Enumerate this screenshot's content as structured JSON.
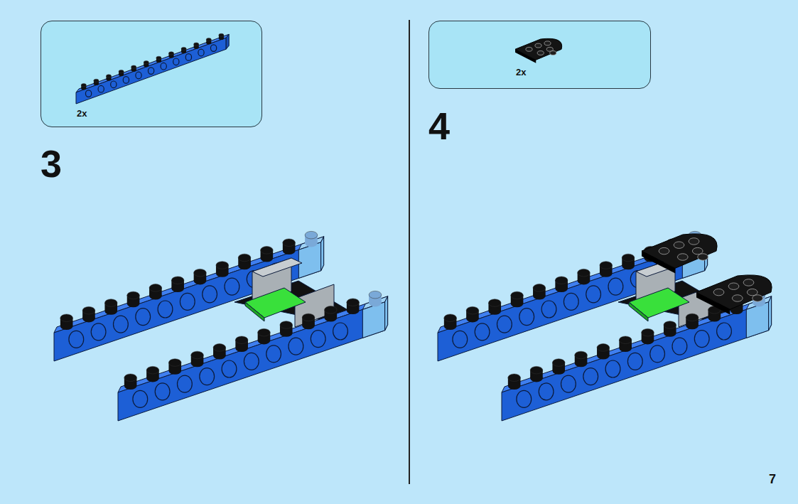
{
  "diagram": {
    "nodes": [
      {
        "text": [
          "2x"
        ]
      },
      {
        "text": [
          "2x"
        ]
      }
    ],
    "labels": [
      "3",
      "4",
      "7"
    ]
  }
}
